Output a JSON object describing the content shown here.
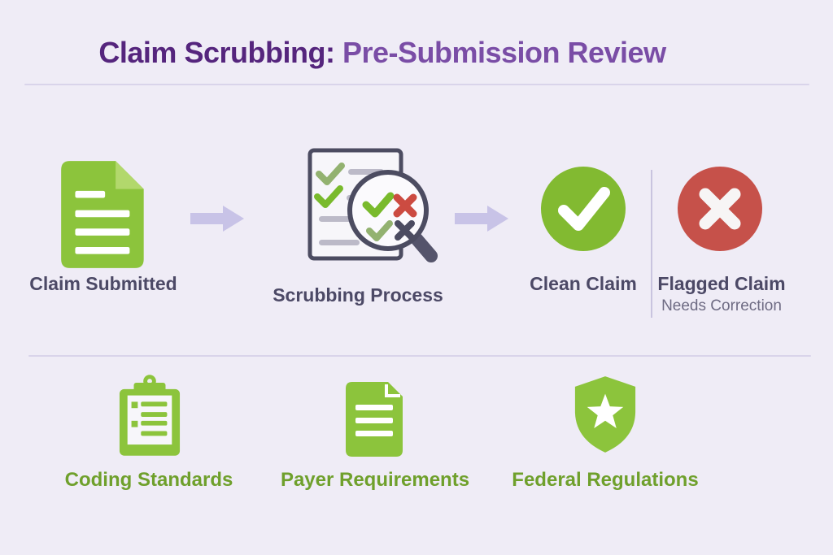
{
  "title": {
    "primary": "Claim Scrubbing:",
    "secondary": "Pre-Submission Review"
  },
  "flow": {
    "steps": [
      {
        "label": "Claim Submitted",
        "icon": "green-document-icon"
      },
      {
        "label": "Scrubbing Process",
        "icon": "document-magnifier-icon"
      }
    ],
    "outcomes": [
      {
        "label": "Clean Claim",
        "icon": "check-circle-icon"
      },
      {
        "label": "Flagged Claim",
        "sublabel": "Needs Correction",
        "icon": "x-circle-icon"
      }
    ]
  },
  "criteria": [
    {
      "label": "Coding Standards",
      "icon": "clipboard-checklist-icon"
    },
    {
      "label": "Payer Requirements",
      "icon": "document-lines-icon"
    },
    {
      "label": "Federal Regulations",
      "icon": "shield-star-icon"
    }
  ],
  "colors": {
    "bg": "#efecf6",
    "title_primary": "#55257d",
    "title_secondary": "#7a4da6",
    "label_dark": "#4c4966",
    "label_muted": "#6e6b83",
    "green": "#82ba31",
    "green_doc": "#8cc43c",
    "green_fold": "#b2d86c",
    "green_label": "#6fa02c",
    "red": "#c6514a",
    "arrow": "#c8c3e7",
    "divider": "#d9d4ea",
    "outline": "#4c4c61",
    "paper": "#f7f6fa",
    "gray_line": "#bcbac8",
    "muted_check": "#93b270"
  }
}
